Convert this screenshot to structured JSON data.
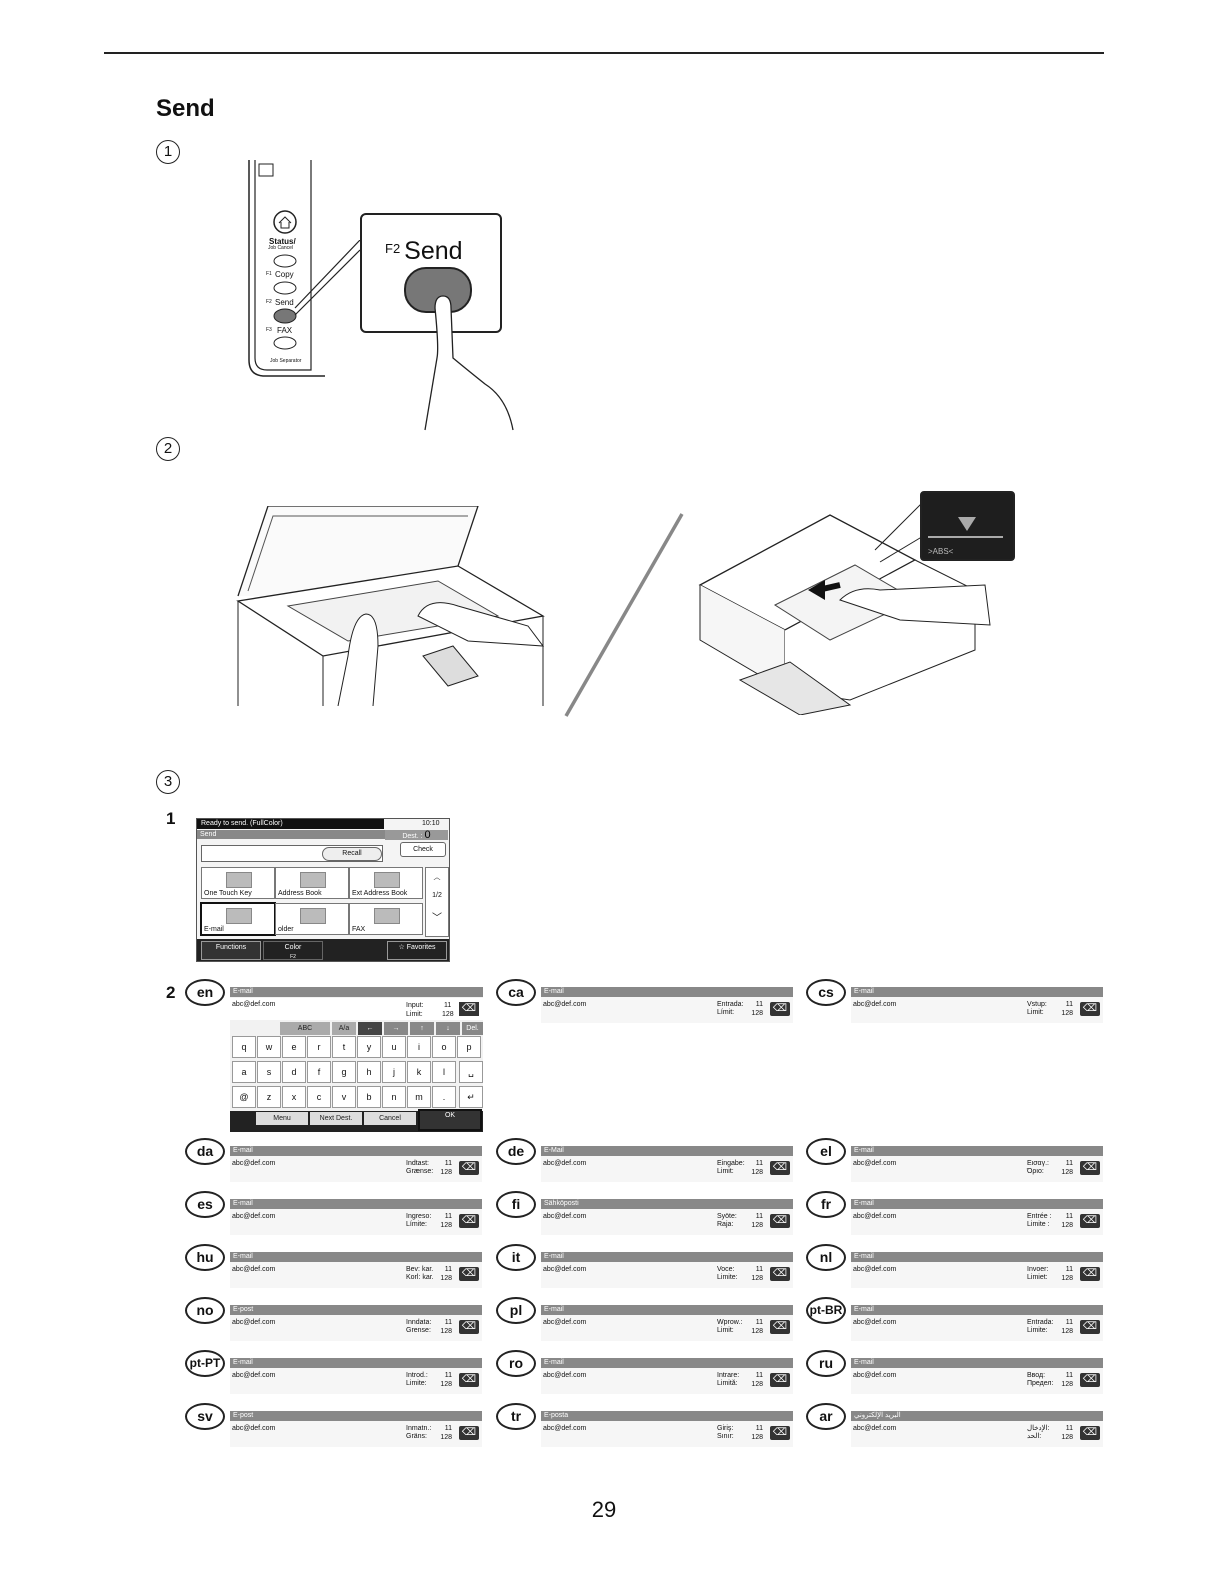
{
  "page": {
    "title": "Send",
    "page_number": "29",
    "steps": [
      "1",
      "2",
      "3"
    ],
    "substeps": [
      "1",
      "2"
    ]
  },
  "panel": {
    "status_label": "Status/",
    "status_sub": "Job Cancel",
    "copy_label": "Copy",
    "send_label": "Send",
    "fax_label": "FAX",
    "job_sep_label": "Job Separator",
    "f1": "F1",
    "f2": "F2",
    "f3": "F3",
    "zoom_key": "F2",
    "zoom_label": "Send"
  },
  "adf_label": ">ABS<",
  "screen1": {
    "status": "Ready to send. (FullColor)",
    "time": "10:10",
    "mode": "Send",
    "dest_label": "Dest. :",
    "dest_count": "0",
    "check": "Check",
    "recall": "Recall",
    "cells": [
      "One Touch Key",
      "Address Book",
      "Ext Address Book",
      "E-mail",
      "older",
      "FAX"
    ],
    "page_indicator": "1/2",
    "functions": "Functions",
    "color": "Color",
    "favorites": "Favorites",
    "f2": "F2"
  },
  "keyboard": {
    "header": "E-mail",
    "address": "abc@def.com",
    "input_label": "Input:",
    "input_value": "11",
    "limit_label": "Limit:",
    "limit_value": "128",
    "mode": "ABC",
    "case": "A/a",
    "del": "Del.",
    "row1": [
      "q",
      "w",
      "e",
      "r",
      "t",
      "y",
      "u",
      "i",
      "o",
      "p"
    ],
    "row2": [
      "a",
      "s",
      "d",
      "f",
      "g",
      "h",
      "j",
      "k",
      "l"
    ],
    "row3": [
      "@",
      "z",
      "x",
      "c",
      "v",
      "b",
      "n",
      "m",
      "."
    ],
    "menu": "Menu",
    "next_dest": "Next Dest.",
    "cancel": "Cancel",
    "ok": "OK",
    "lang": "en"
  },
  "languages": [
    {
      "code": "ca",
      "header": "E-mail",
      "in": "Entrada:",
      "lim": "Límit:"
    },
    {
      "code": "cs",
      "header": "E-mail",
      "in": "Vstup:",
      "lim": "Limit:"
    },
    {
      "code": "da",
      "header": "E-mail",
      "in": "Indtast:",
      "lim": "Grænse:"
    },
    {
      "code": "de",
      "header": "E-Mail",
      "in": "Eingabe:",
      "lim": "Limit:"
    },
    {
      "code": "el",
      "header": "E-mail",
      "in": "Εισαγ.:",
      "lim": "Όριο:"
    },
    {
      "code": "es",
      "header": "E-mail",
      "in": "Ingreso:",
      "lim": "Límite:"
    },
    {
      "code": "fi",
      "header": "Sähköposti",
      "in": "Syöte:",
      "lim": "Raja:"
    },
    {
      "code": "fr",
      "header": "E-mail",
      "in": "Entrée :",
      "lim": "Limite :"
    },
    {
      "code": "hu",
      "header": "E-mail",
      "in": "Bev: kar.",
      "lim": "Korl: kar."
    },
    {
      "code": "it",
      "header": "E-mail",
      "in": "Voce:",
      "lim": "Limite:"
    },
    {
      "code": "nl",
      "header": "E-mail",
      "in": "Invoer:",
      "lim": "Limiet:"
    },
    {
      "code": "no",
      "header": "E-post",
      "in": "Inndata:",
      "lim": "Grense:"
    },
    {
      "code": "pl",
      "header": "E-mail",
      "in": "Wprow.:",
      "lim": "Limit:"
    },
    {
      "code": "pt-BR",
      "header": "E-mail",
      "in": "Entrada:",
      "lim": "Limite:"
    },
    {
      "code": "pt-PT",
      "header": "E-mail",
      "in": "Introd.:",
      "lim": "Limite:"
    },
    {
      "code": "ro",
      "header": "E-mail",
      "in": "Intrare:",
      "lim": "Limită:"
    },
    {
      "code": "ru",
      "header": "E-mail",
      "in": "Ввод:",
      "lim": "Предел:"
    },
    {
      "code": "sv",
      "header": "E-post",
      "in": "Inmatn.:",
      "lim": "Gräns:"
    },
    {
      "code": "tr",
      "header": "E-posta",
      "in": "Giriş:",
      "lim": "Sınır:"
    },
    {
      "code": "ar",
      "header": "البريد الإلكتروني",
      "in": "الإدخال:",
      "lim": "الحد:"
    }
  ],
  "lang_value": "11",
  "lang_limit": "128",
  "lang_address": "abc@def.com"
}
